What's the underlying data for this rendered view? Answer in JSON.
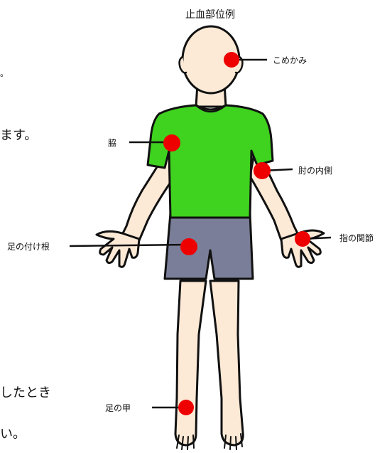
{
  "title": "止血部位例",
  "background_fragments": {
    "frag1": "。",
    "frag2": "ます。",
    "frag3": "したとき",
    "frag4": "い。"
  },
  "points": {
    "temple": "こめかみ",
    "armpit": "脇",
    "inner_elbow": "肘の内側",
    "groin": "足の付け根",
    "finger_joint": "指の関節",
    "instep": "足の甲"
  },
  "colors": {
    "skin": "#fce9d6",
    "shirt": "#3fd21f",
    "shorts": "#7a7e98",
    "point": "#ee0000",
    "outline": "#111111"
  }
}
